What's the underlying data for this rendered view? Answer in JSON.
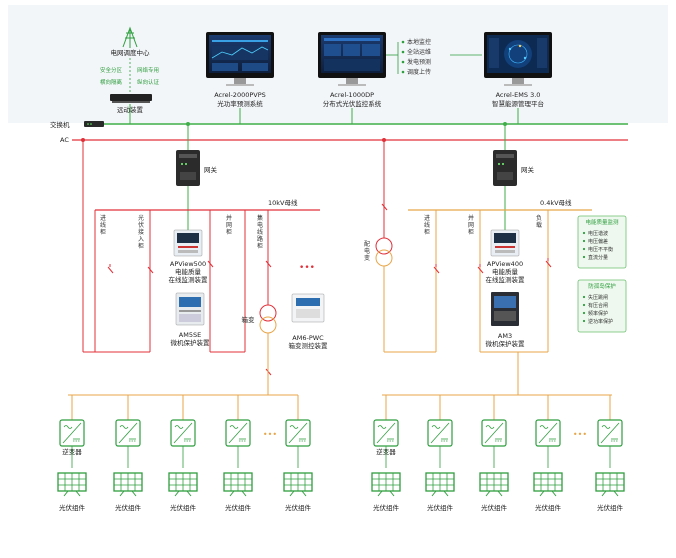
{
  "colors": {
    "green": "#3fae49",
    "red": "#e0303a",
    "orange": "#e8a64a",
    "teal": "#2f9e3f",
    "box_border": "#6cc070",
    "box_fill": "#eef8ee"
  },
  "top": {
    "dispatch_center": "电网调度中心",
    "security": [
      "安全分区",
      "网络专用",
      "横向隔离",
      "纵向认证"
    ],
    "remote_device": "远动装置",
    "systems": [
      {
        "line1": "Acrel-2000PVPS",
        "line2": "光功率预测系统"
      },
      {
        "line1": "Acrel-1000DP",
        "line2": "分布式光伏监控系统"
      },
      {
        "line1": "Acrel-EMS 3.0",
        "line2": "智慧能源管理平台"
      }
    ],
    "functions": [
      "本地监控",
      "全站运维",
      "发电预测",
      "调度上传"
    ]
  },
  "bus": {
    "switch_label": "交换机",
    "ac_label": "AC"
  },
  "left": {
    "gateway": "网关",
    "busbar": "10kV母线",
    "branches": [
      "进线柜",
      "光伏接入柜",
      "并网柜",
      "集电线路柜"
    ],
    "apview": [
      "APView500",
      "电能质量",
      "在线监测装置"
    ],
    "am": [
      "AM5SE",
      "微机保护装置"
    ],
    "transformer": "箱变",
    "box_monitor": [
      "AM6-PWC",
      "箱变测控装置"
    ]
  },
  "right": {
    "distribution": "配电变",
    "gateway": "网关",
    "busbar": "0.4kV母线",
    "branches": [
      "进线柜",
      "并网柜",
      "负载"
    ],
    "apview": [
      "APView400",
      "电能质量",
      "在线监测装置"
    ],
    "am": [
      "AM3",
      "微机保护装置"
    ],
    "pq_box": {
      "title": "电能质量监测",
      "items": [
        "电压谐波",
        "电压偏差",
        "电压不平衡",
        "直流分量"
      ]
    },
    "islanding_box": {
      "title": "防孤岛保护",
      "items": [
        "失压跳闸",
        "有压合闸",
        "频率保护",
        "逆功率保护"
      ]
    }
  },
  "bottom": {
    "inverter": "逆变器",
    "pv_module": "光伏组件"
  },
  "ellipsis": "•••"
}
